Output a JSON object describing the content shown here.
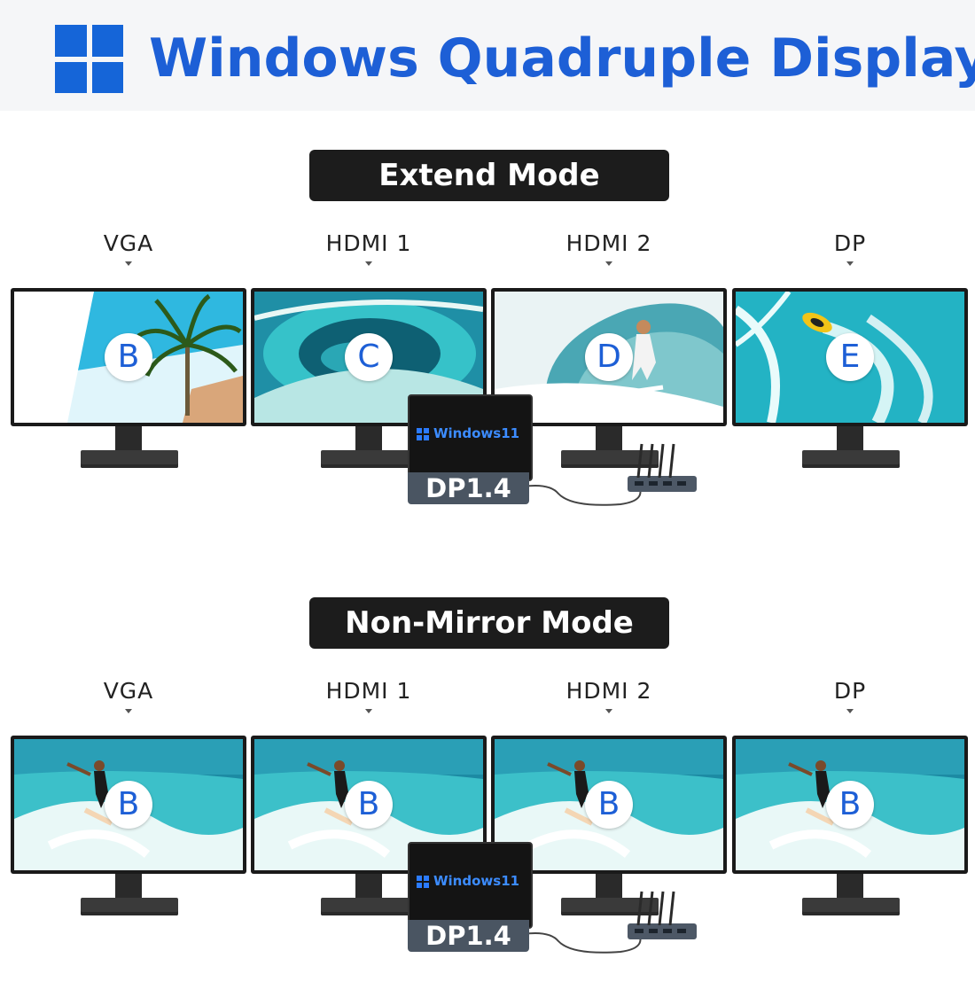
{
  "header": {
    "title": "Windows Quadruple Display",
    "logo_icon": "windows-logo-icon",
    "accent_color": "#1d5fd6"
  },
  "sections": [
    {
      "mode_label": "Extend Mode",
      "ports": [
        "VGA",
        "HDMI 1",
        "HDMI 2",
        "DP"
      ],
      "screen_letters": [
        "B",
        "C",
        "D",
        "E"
      ],
      "screen_images": [
        "palm-tree-sky",
        "ocean-wave",
        "surfer-barrel",
        "jet-ski-ocean"
      ],
      "laptop_os_text": "Windows11",
      "laptop_port_text": "DP1.4"
    },
    {
      "mode_label": "Non-Mirror Mode",
      "ports": [
        "VGA",
        "HDMI 1",
        "HDMI 2",
        "DP"
      ],
      "screen_letters": [
        "B",
        "B",
        "B",
        "B"
      ],
      "screen_images": [
        "surfer-wave",
        "surfer-wave",
        "surfer-wave",
        "surfer-wave"
      ],
      "laptop_os_text": "Windows11",
      "laptop_port_text": "DP1.4"
    }
  ]
}
